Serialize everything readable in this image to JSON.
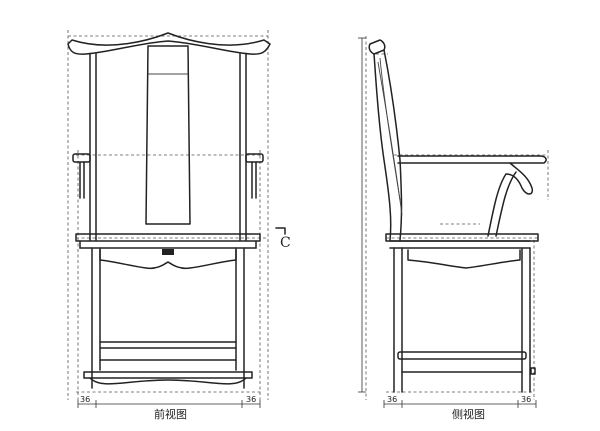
{
  "views": {
    "front": {
      "label": "前视图",
      "dim_left": "36",
      "dim_right": "36"
    },
    "side": {
      "label": "侧视图",
      "dim_left": "36",
      "dim_right": "36"
    }
  },
  "section_marker": "C"
}
